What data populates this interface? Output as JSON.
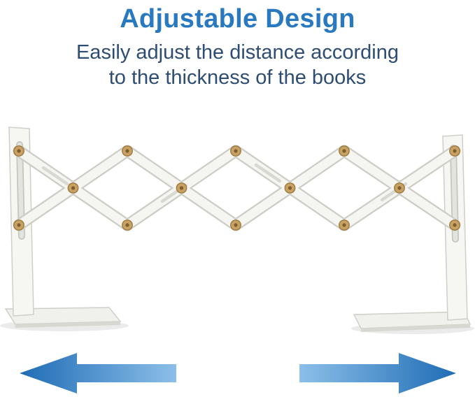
{
  "header": {
    "title": "Adjustable Design",
    "subtitle_line1": "Easily adjust the distance according",
    "subtitle_line2": "to the thickness of the books"
  },
  "icons": {
    "left_arrow": "left-arrow-icon",
    "right_arrow": "right-arrow-icon"
  },
  "colors": {
    "title_blue": "#2979c1",
    "subtitle_navy": "#2e4d74",
    "arrow_dark": "#1f6cb5",
    "arrow_light": "#8cbfe9",
    "metal_white": "#f5f5f1",
    "metal_outline": "#cdcdc6",
    "rivet_brass": "#c9a163"
  }
}
